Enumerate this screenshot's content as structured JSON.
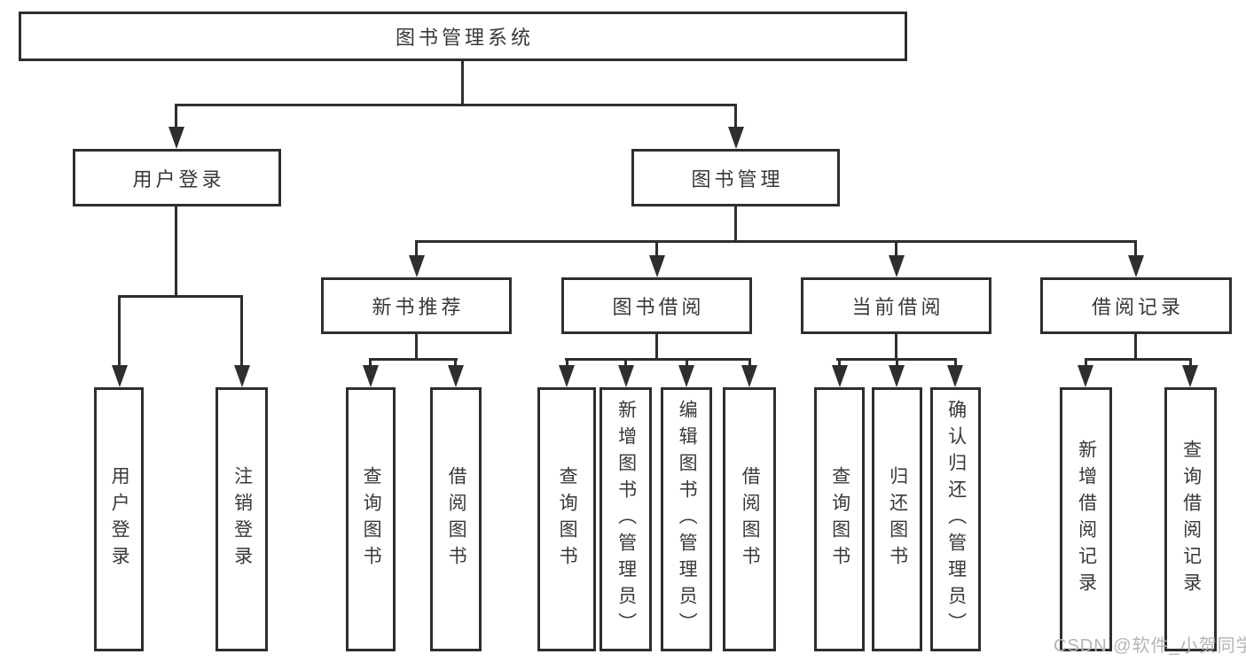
{
  "tree": {
    "root": {
      "id": "library-management-system",
      "label": "图书管理系统"
    },
    "level2": [
      {
        "id": "user-login",
        "label": "用户登录"
      },
      {
        "id": "book-management",
        "label": "图书管理"
      }
    ],
    "level3": [
      {
        "id": "new-book-recommend",
        "label": "新书推荐",
        "parent": "图书管理"
      },
      {
        "id": "book-borrow",
        "label": "图书借阅",
        "parent": "图书管理"
      },
      {
        "id": "current-borrow",
        "label": "当前借阅",
        "parent": "图书管理"
      },
      {
        "id": "borrow-record",
        "label": "借阅记录",
        "parent": "图书管理"
      }
    ],
    "leaves": [
      {
        "group": "用户登录",
        "label": "用户登录"
      },
      {
        "group": "用户登录",
        "label": "注销登录"
      },
      {
        "group": "新书推荐",
        "label": "查询图书"
      },
      {
        "group": "新书推荐",
        "label": "借阅图书"
      },
      {
        "group": "图书借阅",
        "label": "查询图书"
      },
      {
        "group": "图书借阅",
        "label": "新增图书（管理员）"
      },
      {
        "group": "图书借阅",
        "label": "编辑图书（管理员）"
      },
      {
        "group": "图书借阅",
        "label": "借阅图书"
      },
      {
        "group": "当前借阅",
        "label": "查询图书"
      },
      {
        "group": "当前借阅",
        "label": "归还图书"
      },
      {
        "group": "当前借阅",
        "label": "确认归还（管理员）"
      },
      {
        "group": "借阅记录",
        "label": "新增借阅记录"
      },
      {
        "group": "借阅记录",
        "label": "查询借阅记录"
      }
    ]
  },
  "watermark": {
    "text": "CSDN @软件_小贺同学"
  },
  "colors": {
    "line": "#2e2e2e",
    "text": "#383838",
    "background": "#ffffff",
    "watermark": "#b5b5b5"
  }
}
